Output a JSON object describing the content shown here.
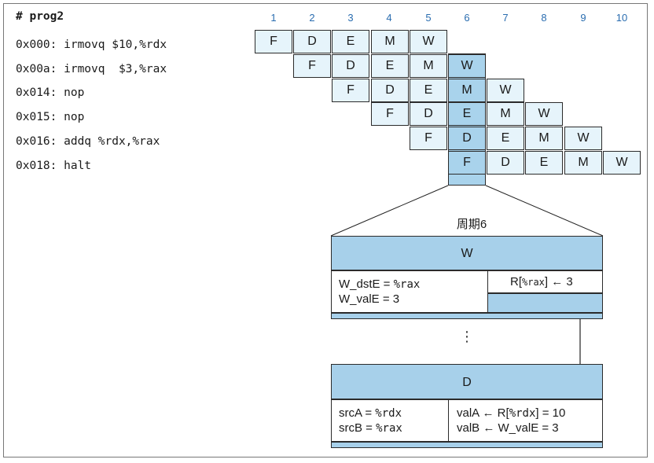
{
  "program": {
    "title": "# prog2",
    "lines": [
      "0x000: irmovq $10,%rdx",
      "0x00a: irmovq  $3,%rax",
      "0x014: nop",
      "0x015: nop",
      "0x016: addq %rdx,%rax",
      "0x018: halt"
    ]
  },
  "pipeline": {
    "cycles": [
      "1",
      "2",
      "3",
      "4",
      "5",
      "6",
      "7",
      "8",
      "9",
      "10"
    ],
    "rows": [
      {
        "start": 1,
        "stages": [
          "F",
          "D",
          "E",
          "M",
          "W"
        ]
      },
      {
        "start": 2,
        "stages": [
          "F",
          "D",
          "E",
          "M",
          "W"
        ]
      },
      {
        "start": 3,
        "stages": [
          "F",
          "D",
          "E",
          "M",
          "W"
        ]
      },
      {
        "start": 4,
        "stages": [
          "F",
          "D",
          "E",
          "M",
          "W"
        ]
      },
      {
        "start": 5,
        "stages": [
          "F",
          "D",
          "E",
          "M",
          "W"
        ]
      },
      {
        "start": 6,
        "stages": [
          "F",
          "D",
          "E",
          "M",
          "W"
        ]
      }
    ],
    "highlight_cycle": 6,
    "highlight_color": "#a9d3ec",
    "cell_color": "#e6f4fb"
  },
  "detail": {
    "caption": "周期6",
    "w_stage": {
      "label": "W",
      "left_1a": "W_dstE = ",
      "left_1b": "%rax",
      "left_2": "W_valE = 3",
      "right_1a": "R[",
      "right_1b": "%rax",
      "right_1c": "] ← 3"
    },
    "ellipsis": "⋮",
    "d_stage": {
      "label": "D",
      "left_1a": "srcA = ",
      "left_1b": "%rdx",
      "left_2a": "srcB = ",
      "left_2b": "%rax",
      "right_1a": "valA ← R[",
      "right_1b": "%rdx",
      "right_1c": "] = 10",
      "right_2": "valB ← W_valE = 3"
    }
  }
}
